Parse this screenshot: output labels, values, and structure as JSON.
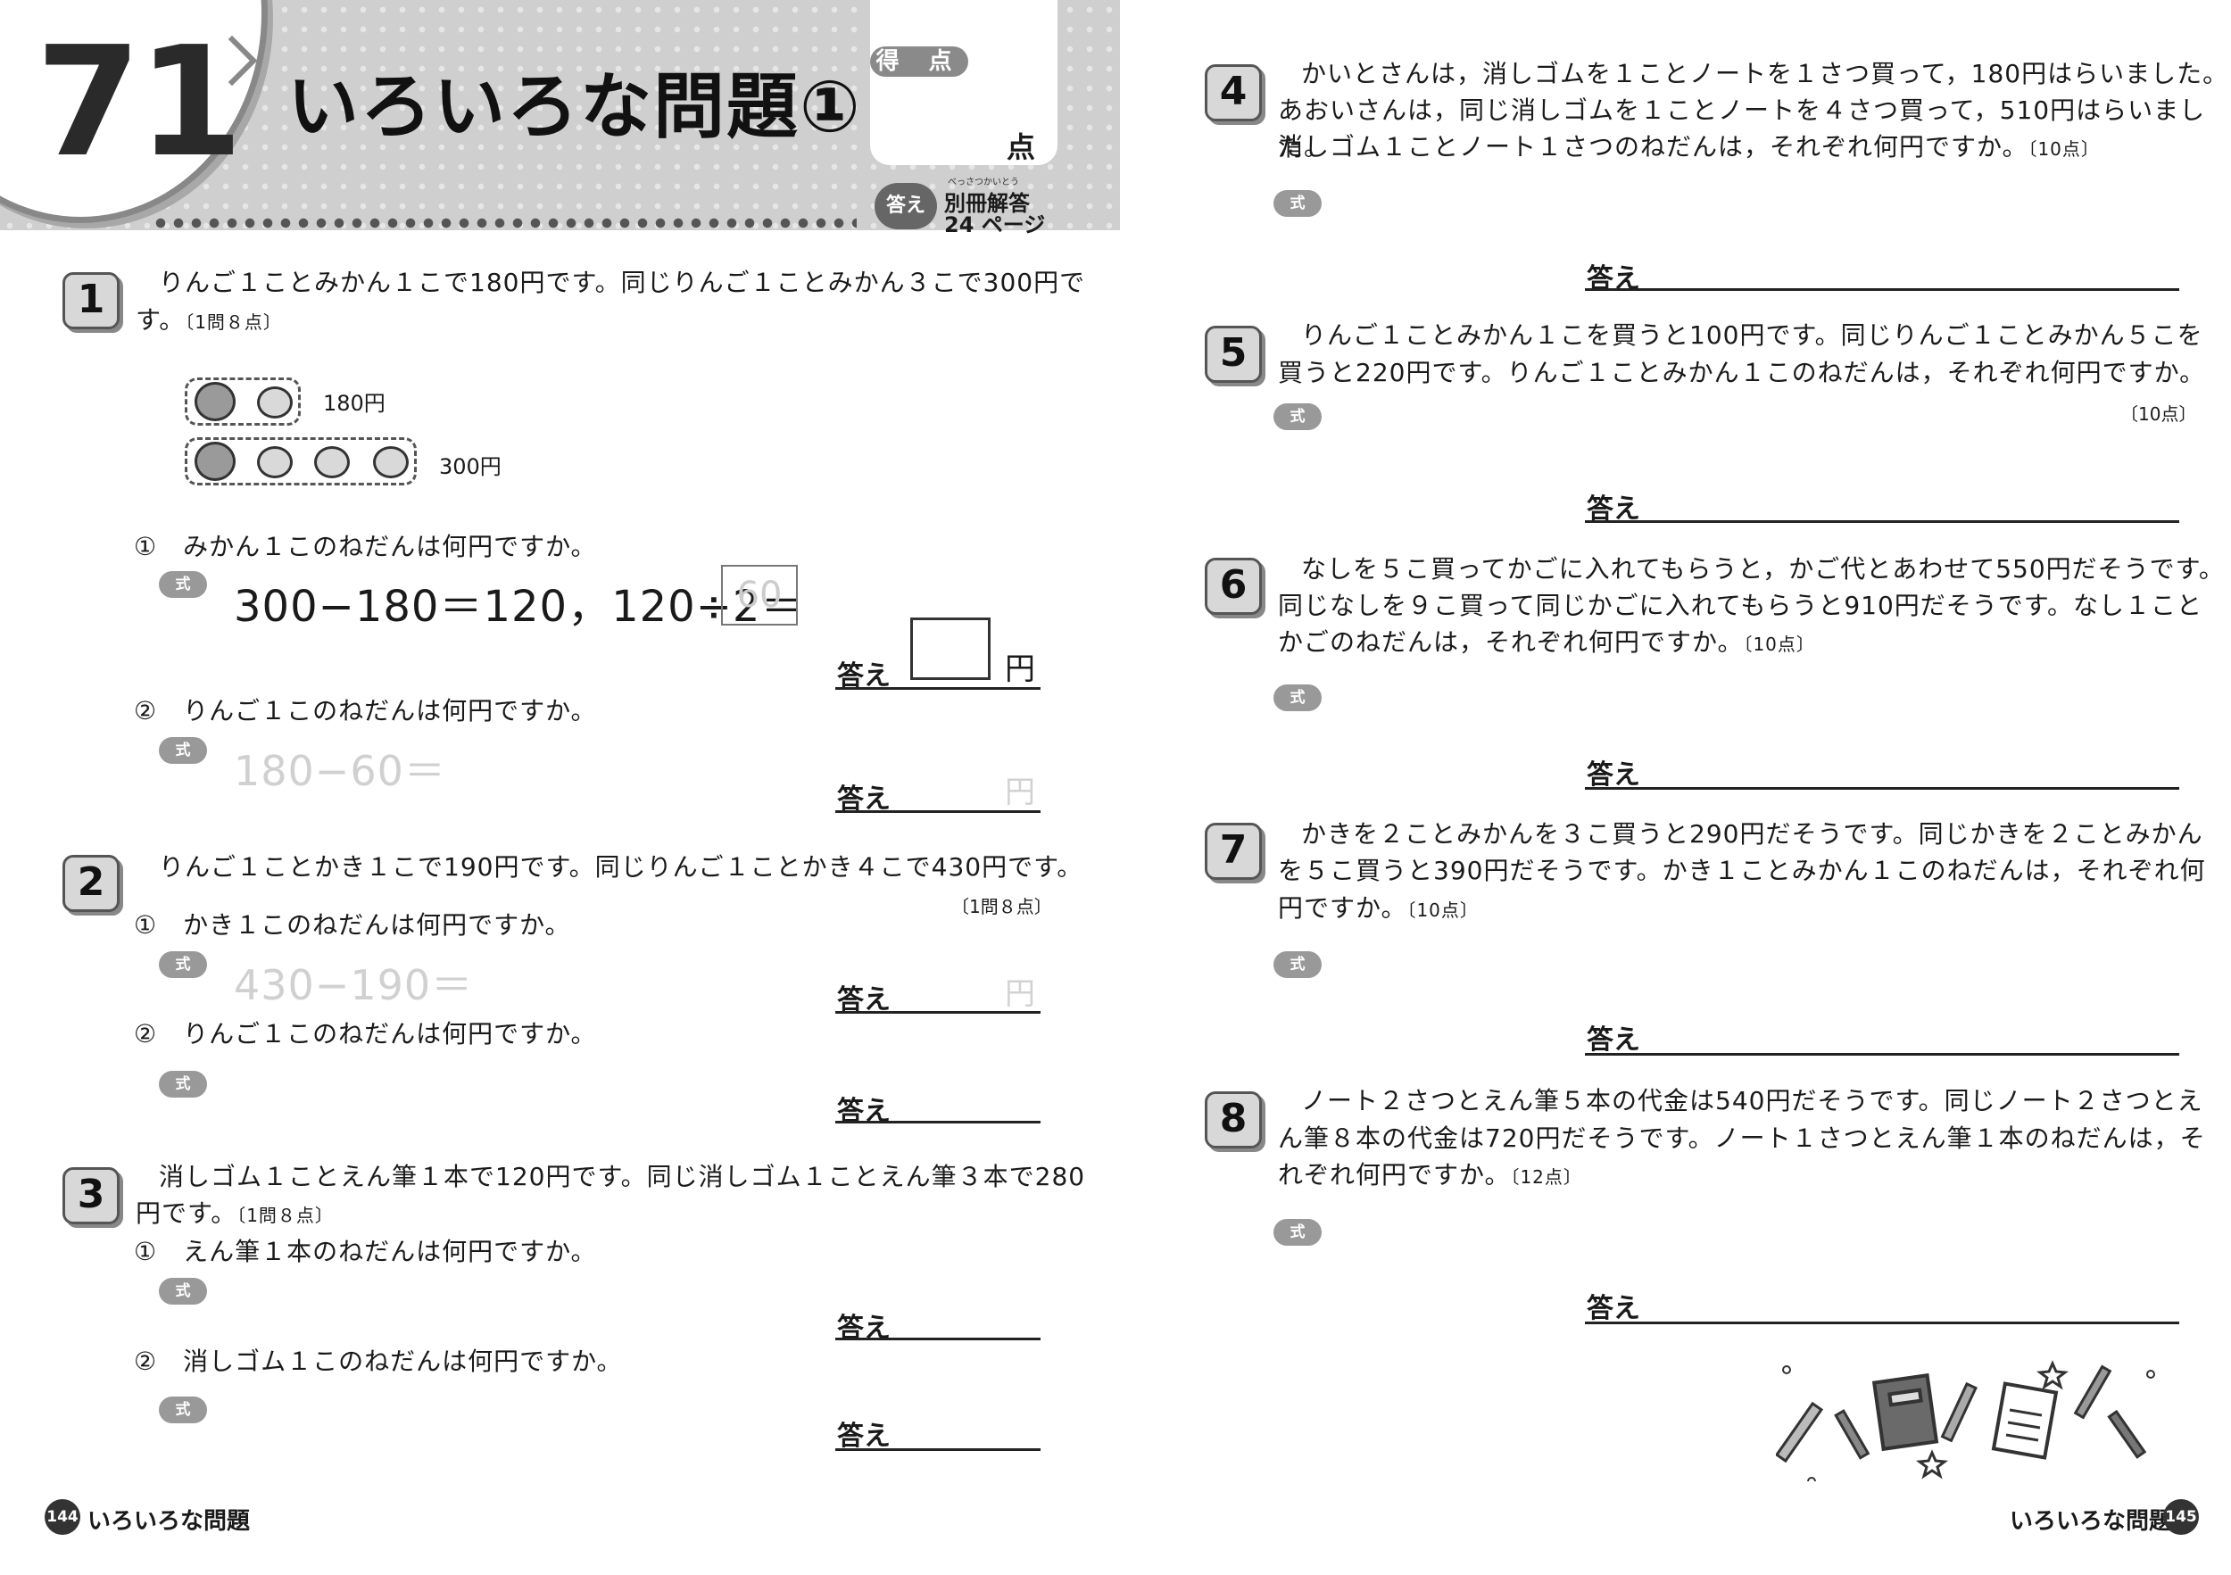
{
  "header": {
    "unit_number": "71",
    "title": "いろいろな問題①",
    "score_label": "得 点",
    "score_unit": "点",
    "answer_tag": "答え",
    "answer_ruby": "べっさつかいとう",
    "answer_ref_line1": "別冊解答",
    "answer_ref_line2": "24 ページ"
  },
  "common": {
    "shiki": "式",
    "answer_label": "答え",
    "yen": "円"
  },
  "p1": {
    "num": "1",
    "text_line1": "りんご１ことみかん１こで180円です。同じりんご１ことみかん３こで300円で",
    "text_line2": "す。",
    "points": "〔1問８点〕",
    "illus_label1": "180円",
    "illus_label2": "300円",
    "q1": "①　みかん１このねだんは何円ですか。",
    "q1_formula": "300−180＝120，120÷2＝",
    "q1_hint": "60",
    "q2": "②　りんご１このねだんは何円ですか。",
    "q2_formula": "180−60＝"
  },
  "p2": {
    "num": "2",
    "text_line1": "りんご１ことかき１こで190円です。同じりんご１ことかき４こで430円です。",
    "points": "〔1問８点〕",
    "q1": "①　かき１このねだんは何円ですか。",
    "q1_formula": "430−190＝",
    "q2": "②　りんご１このねだんは何円ですか。"
  },
  "p3": {
    "num": "3",
    "text_line1": "消しゴム１ことえん筆１本で120円です。同じ消しゴム１ことえん筆３本で280",
    "text_line2": "円です。",
    "points": "〔1問８点〕",
    "q1": "①　えん筆１本のねだんは何円ですか。",
    "q2": "②　消しゴム１このねだんは何円ですか。"
  },
  "p4": {
    "num": "4",
    "line1": "かいとさんは，消しゴムを１ことノートを１さつ買って，180円はらいました。",
    "line2": "あおいさんは，同じ消しゴムを１ことノートを４さつ買って，510円はらいました。",
    "line3": "消しゴム１ことノート１さつのねだんは，それぞれ何円ですか。",
    "points": "〔10点〕"
  },
  "p5": {
    "num": "5",
    "line1": "りんご１ことみかん１こを買うと100円です。同じりんご１ことみかん５こを",
    "line2": "買うと220円です。りんご１ことみかん１このねだんは，それぞれ何円ですか。",
    "points": "〔10点〕"
  },
  "p6": {
    "num": "6",
    "line1": "なしを５こ買ってかごに入れてもらうと，かご代とあわせて550円だそうです。",
    "line2": "同じなしを９こ買って同じかごに入れてもらうと910円だそうです。なし１こと",
    "line3": "かごのねだんは，それぞれ何円ですか。",
    "points": "〔10点〕"
  },
  "p7": {
    "num": "7",
    "line1": "かきを２ことみかんを３こ買うと290円だそうです。同じかきを２ことみかん",
    "line2": "を５こ買うと390円だそうです。かき１ことみかん１このねだんは，それぞれ何",
    "line3": "円ですか。",
    "points": "〔10点〕"
  },
  "p8": {
    "num": "8",
    "line1": "ノート２さつとえん筆５本の代金は540円だそうです。同じノート２さつとえ",
    "line2": "ん筆８本の代金は720円だそうです。ノート１さつとえん筆１本のねだんは，そ",
    "line3": "れぞれ何円ですか。",
    "points": "〔12点〕"
  },
  "footer": {
    "left_page": "144",
    "left_title": "いろいろな問題",
    "right_page": "145",
    "right_title": "いろいろな問題"
  }
}
